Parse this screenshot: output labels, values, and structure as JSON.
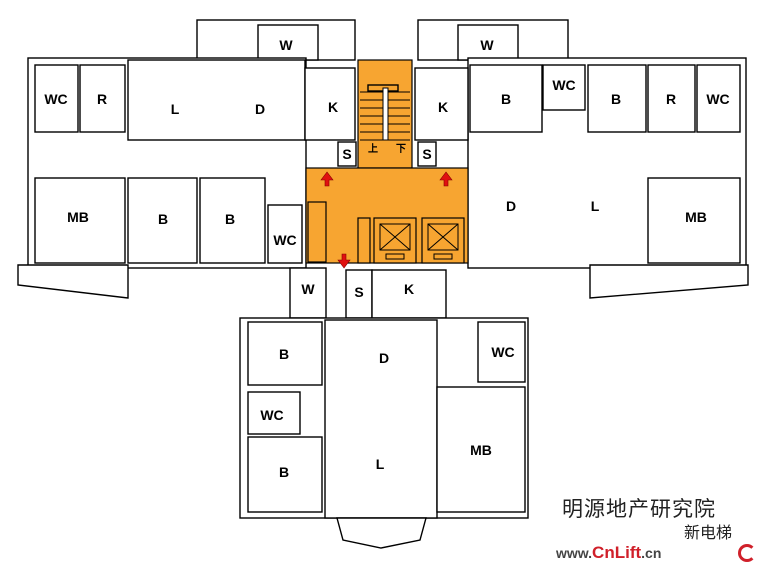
{
  "rooms": {
    "w_left": "W",
    "w_right": "W",
    "w_bottom": "W",
    "wc_left": "WC",
    "r_left": "R",
    "l_left": "L",
    "d_left": "D",
    "k_left": "K",
    "mb_left": "MB",
    "b_left1": "B",
    "b_left2": "B",
    "wc_left2": "WC",
    "k_right": "K",
    "b_right1": "B",
    "wc_right1": "WC",
    "b_right2": "B",
    "r_right": "R",
    "wc_right2": "WC",
    "d_right": "D",
    "l_right": "L",
    "mb_right": "MB",
    "s_left": "S",
    "s_right": "S",
    "s_bottom": "S",
    "k_bottom": "K",
    "b_bottom1": "B",
    "wc_bottom1": "WC",
    "b_bottom2": "B",
    "d_bottom": "D",
    "l_bottom": "L",
    "wc_bottom2": "WC",
    "mb_bottom": "MB"
  },
  "stair": {
    "up": "上",
    "down": "下"
  },
  "colors": {
    "core": "#f7a531",
    "arrow": "#e01010"
  },
  "watermark": {
    "text": "明源地产研究院",
    "overlay": "新电梯",
    "site_prefix": "www.",
    "site_brand": "CnLift",
    ".cn": ".cn",
    "site_suffix": ".cn"
  }
}
